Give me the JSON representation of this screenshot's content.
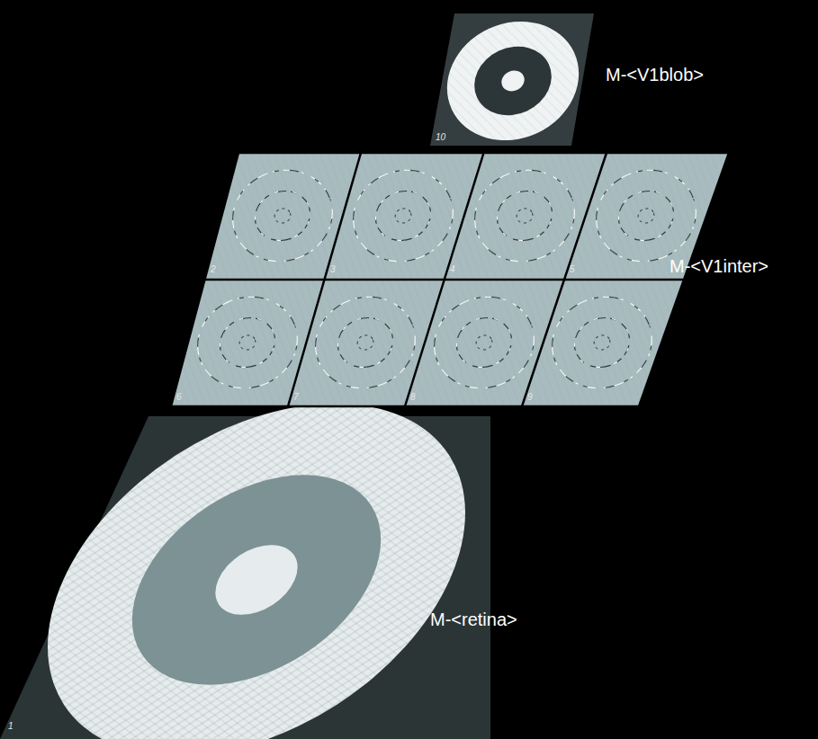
{
  "diagram": {
    "labels": [
      "M-<V1blob>",
      "M-<V1inter>",
      "M-<retina>",
      "1",
      "2",
      "3",
      "4",
      "5",
      "6",
      "7",
      "8",
      "9",
      "10"
    ]
  }
}
